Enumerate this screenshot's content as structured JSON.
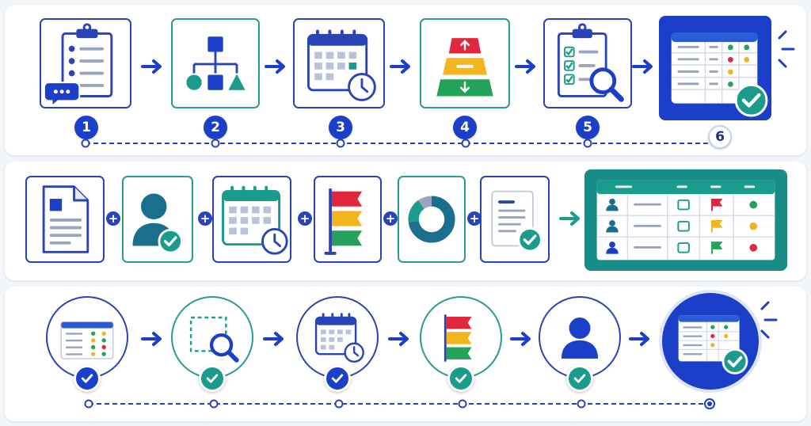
{
  "row1": {
    "steps": [
      {
        "number": "1",
        "icon": "clipboard-chat-icon"
      },
      {
        "number": "2",
        "icon": "hierarchy-shapes-icon"
      },
      {
        "number": "3",
        "icon": "calendar-clock-icon"
      },
      {
        "number": "4",
        "icon": "priority-pyramid-icon"
      },
      {
        "number": "5",
        "icon": "checklist-magnifier-icon"
      },
      {
        "number": "6",
        "icon": "dashboard-check-icon"
      }
    ]
  },
  "row2": {
    "inputs": [
      {
        "icon": "document-icon"
      },
      {
        "icon": "user-check-icon"
      },
      {
        "icon": "calendar-clock-icon"
      },
      {
        "icon": "priority-flags-icon"
      },
      {
        "icon": "donut-chart-icon"
      },
      {
        "icon": "note-check-icon"
      }
    ],
    "result": {
      "icon": "assignment-table-icon"
    }
  },
  "row3": {
    "steps": [
      {
        "icon": "table-status-icon"
      },
      {
        "icon": "selection-magnifier-icon"
      },
      {
        "icon": "calendar-clock-icon"
      },
      {
        "icon": "priority-flags-icon"
      },
      {
        "icon": "user-icon"
      },
      {
        "icon": "dashboard-check-icon"
      }
    ]
  },
  "colors": {
    "blue": "#1b3fc8",
    "navy": "#2a44b8",
    "teal": "#1a9b8c",
    "red": "#e0283c",
    "yellow": "#f2b51e",
    "green": "#24a259"
  }
}
